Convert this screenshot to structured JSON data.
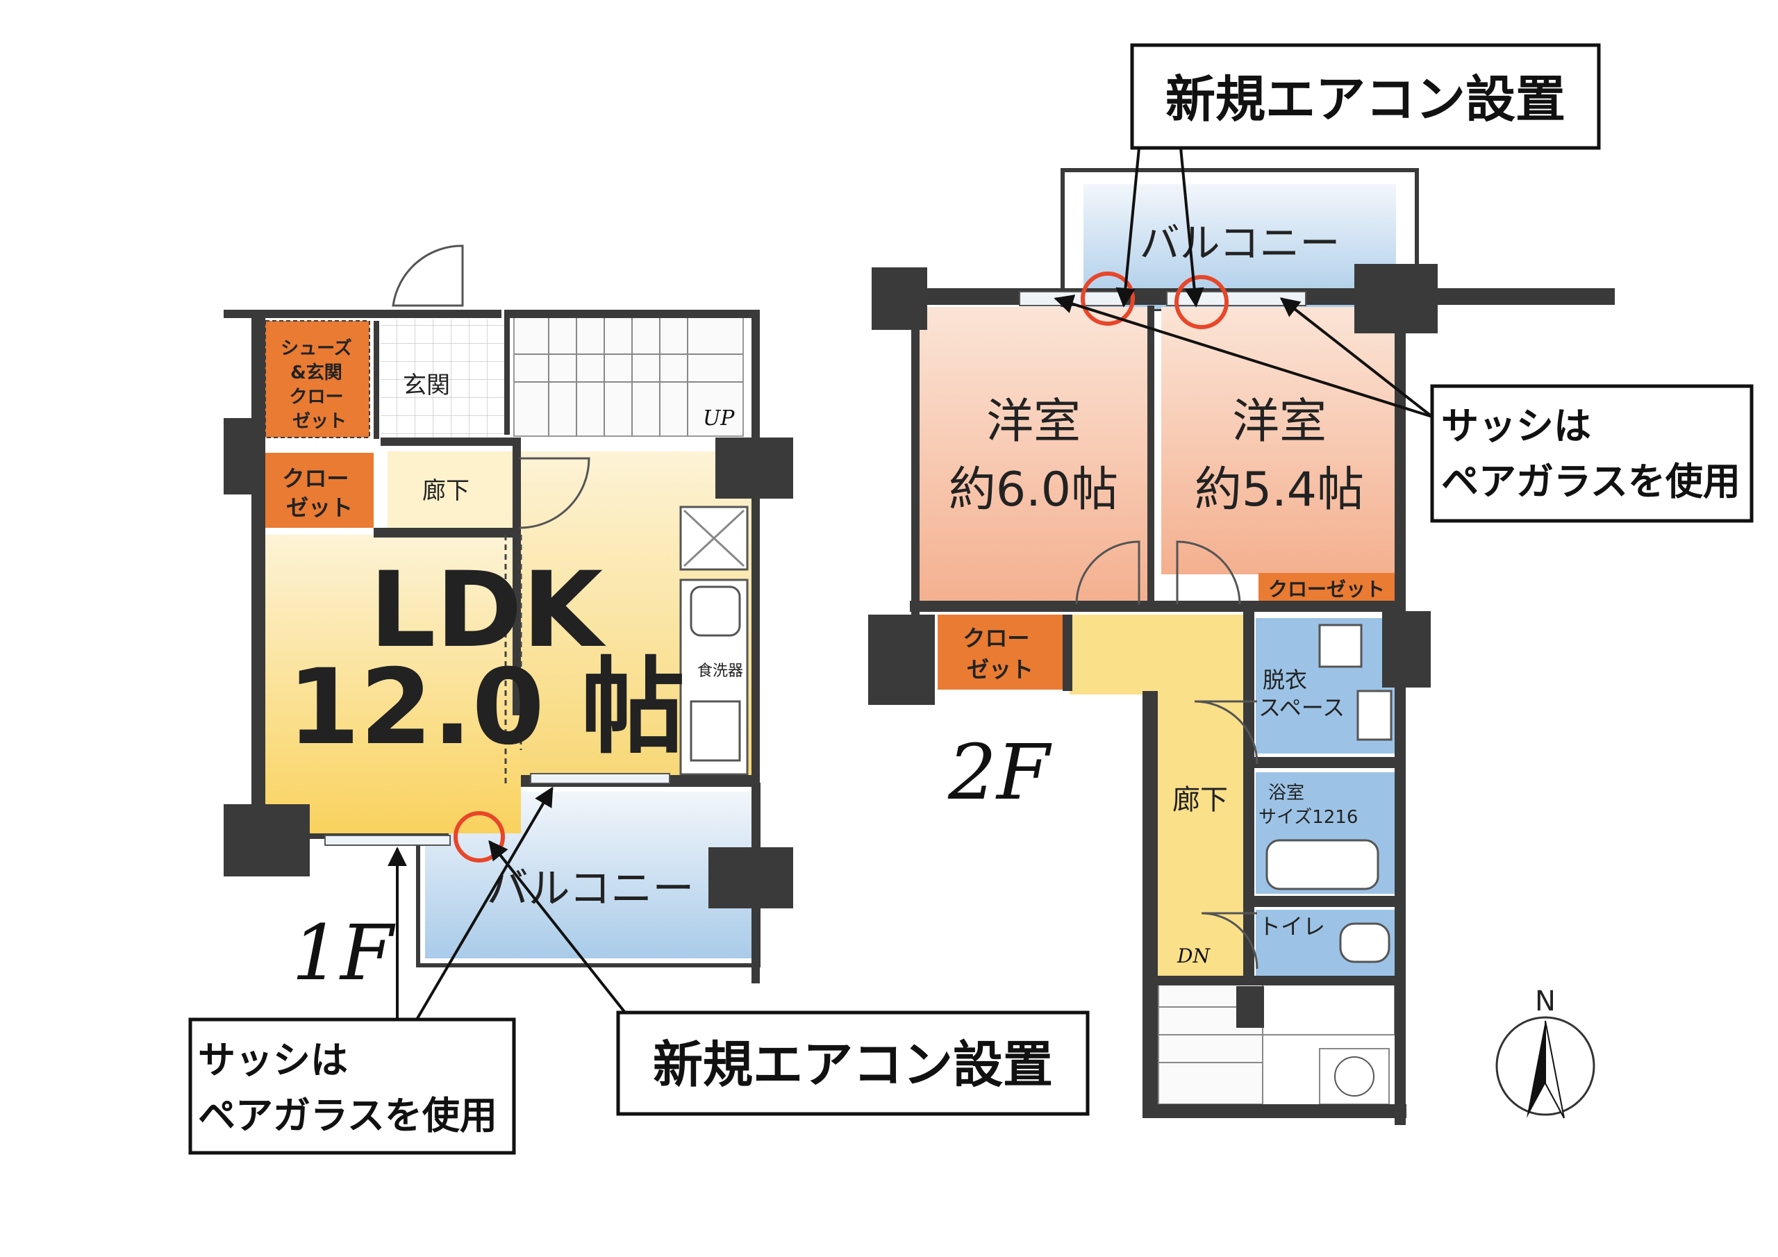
{
  "floor1": {
    "floor_label": "1F",
    "rooms": {
      "shoe_closet": [
        "シューズ",
        "&玄関",
        "クロー",
        "ゼット"
      ],
      "entrance": "玄関",
      "closet": [
        "クロー",
        "ゼット"
      ],
      "hallway": "廊下",
      "ldk": "LDK",
      "ldk_size": "12.0 帖",
      "dishwasher": "食洗器",
      "balcony": "バルコニー",
      "stair_up": "UP"
    }
  },
  "floor2": {
    "floor_label": "2F",
    "rooms": {
      "balcony": "バルコニー",
      "western_room_1": "洋室",
      "western_room_1_size": "約6.0帖",
      "western_room_2": "洋室",
      "western_room_2_size": "約5.4帖",
      "closet_right": "クローゼット",
      "closet_left": [
        "クロー",
        "ゼット"
      ],
      "dressing_space": [
        "脱衣",
        "スペース"
      ],
      "hallway": "廊下",
      "bathroom": [
        "浴室",
        "サイズ1216"
      ],
      "toilet": "トイレ",
      "stair_down": "DN"
    }
  },
  "callouts": {
    "aircon_top": "新規エアコン設置",
    "aircon_bottom": "新規エアコン設置",
    "sash_right": [
      "サッシは",
      "ペアガラスを使用"
    ],
    "sash_left": [
      "サッシは",
      "ペアガラスを使用"
    ]
  },
  "compass": {
    "north": "N"
  },
  "colors": {
    "wall": "#3a3a3a",
    "closet": "#e97b33",
    "ldk_top": "#fdf0c8",
    "ldk_bottom": "#f9d25e",
    "western_room": "#f6b99b",
    "balcony": "#bcd7ee",
    "wet_area": "#9cc3e6",
    "hallway": "#fbe08a",
    "marker": "#e8462a"
  }
}
